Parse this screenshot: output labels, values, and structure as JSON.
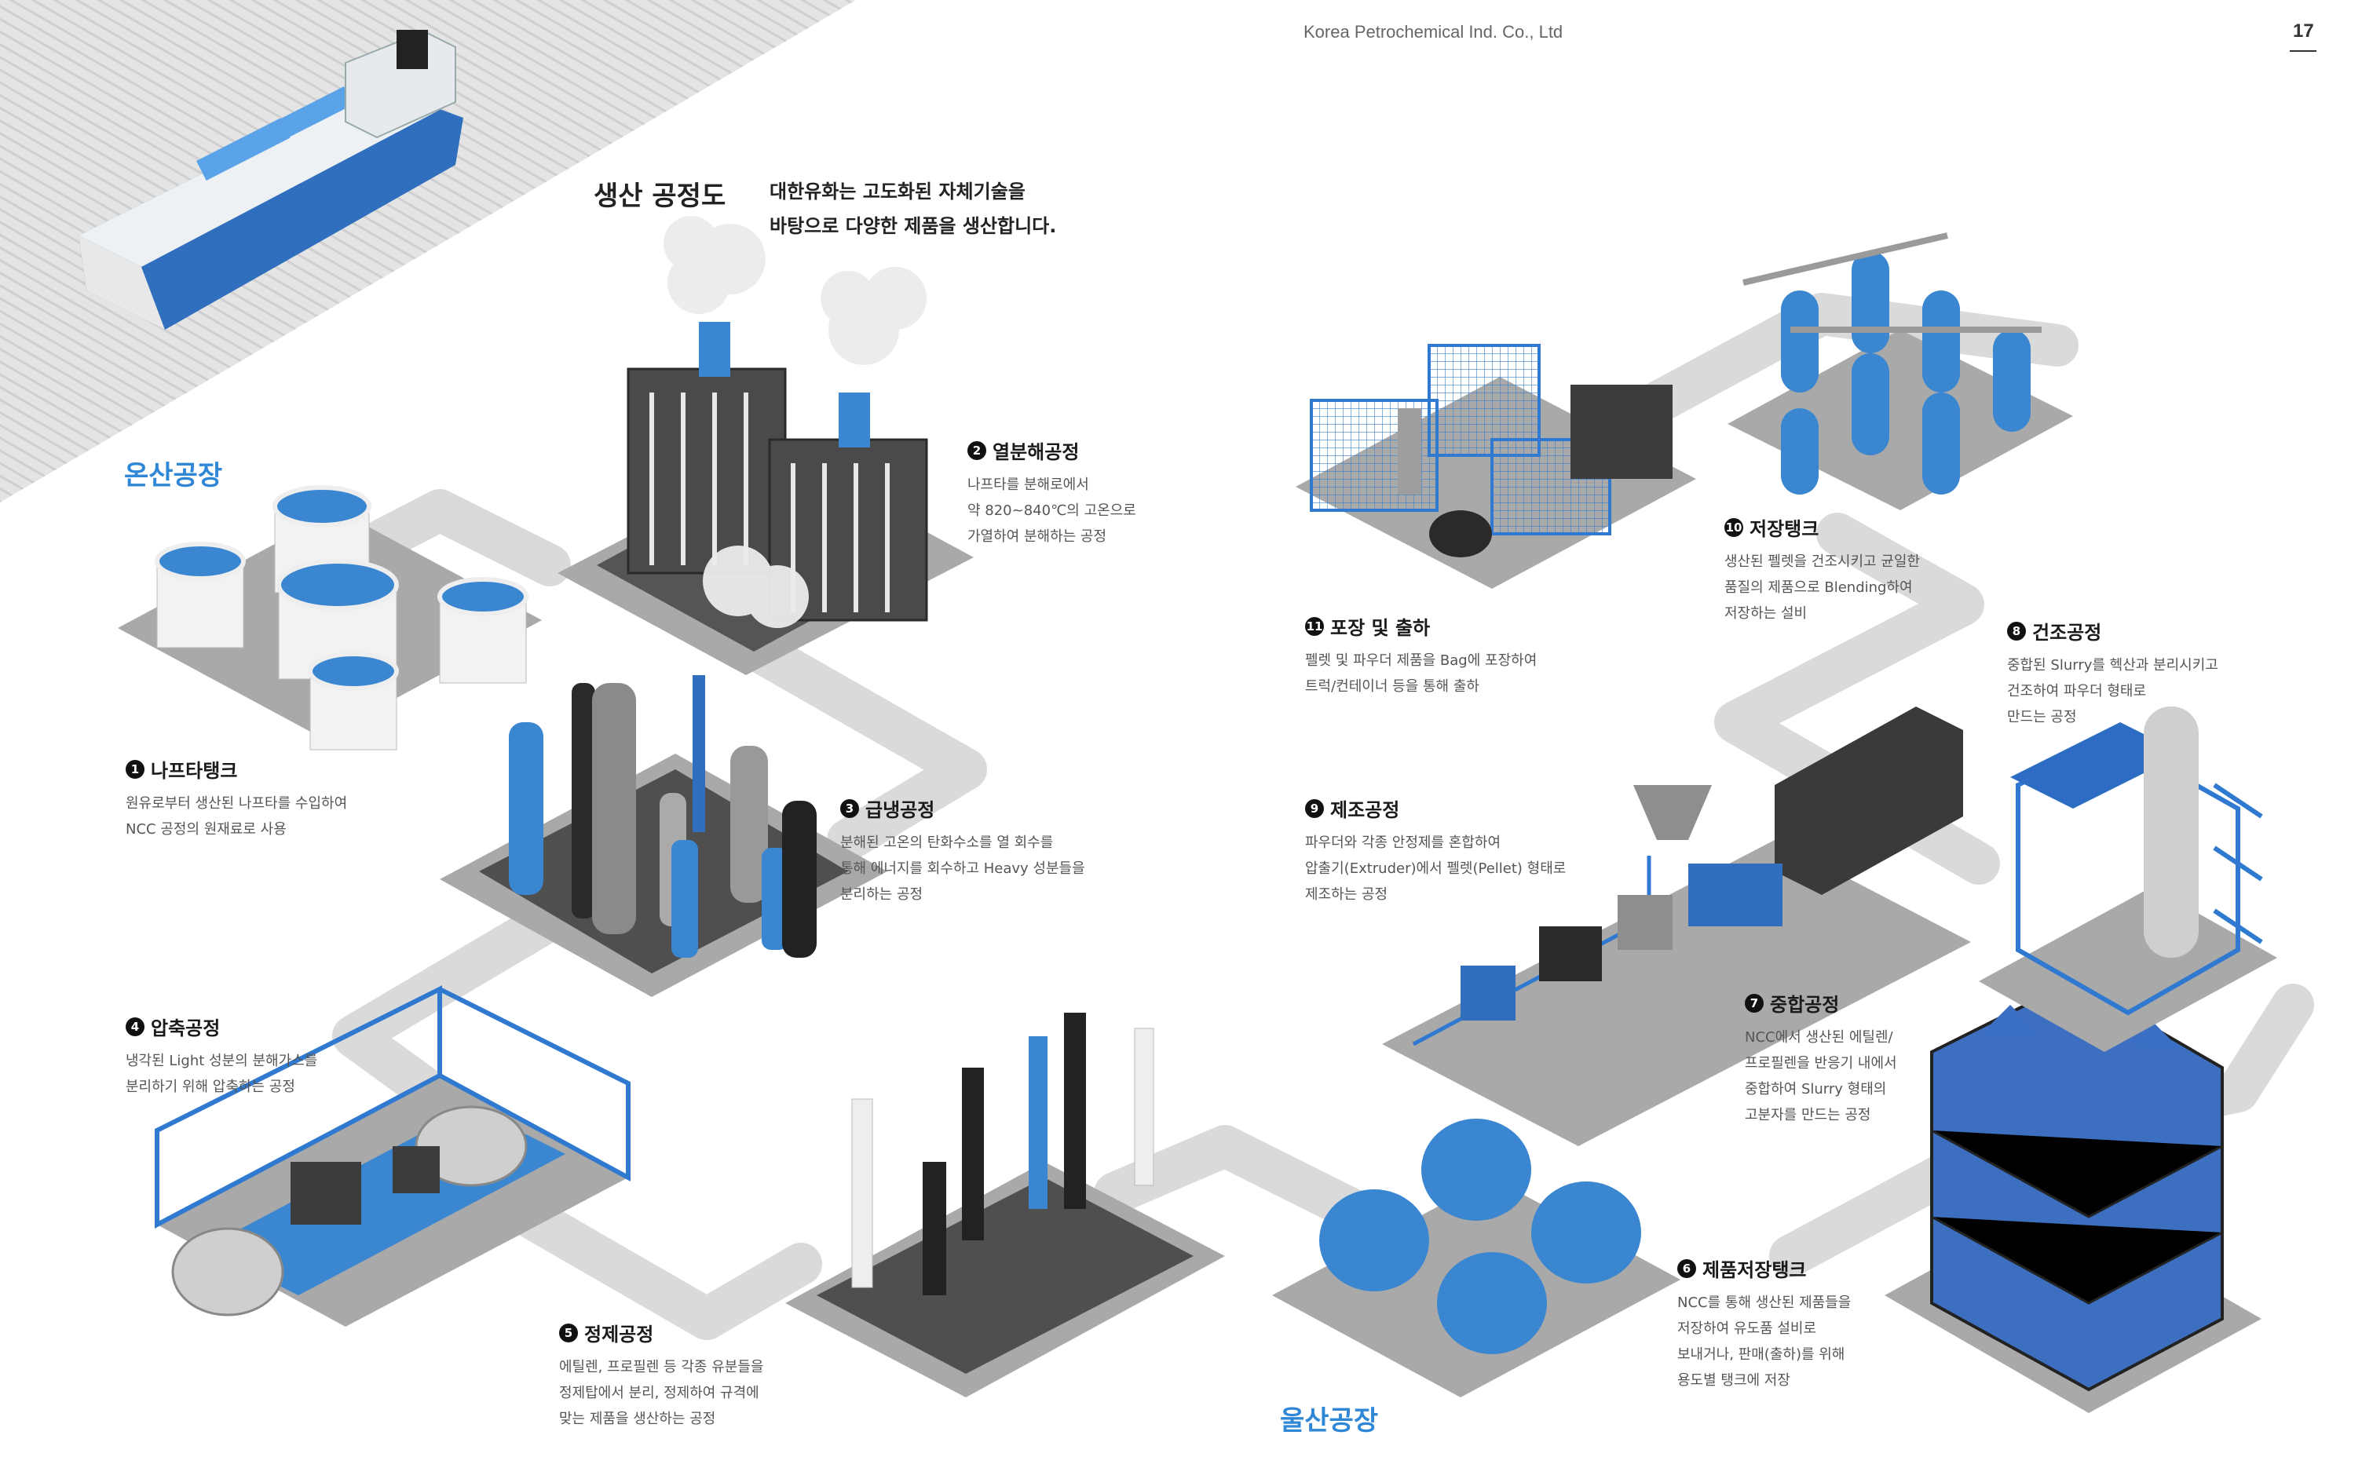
{
  "header": {
    "company": "Korea Petrochemical Ind. Co., Ltd",
    "page": "17"
  },
  "title": {
    "main": "생산 공정도",
    "subtitle": "대한유화는 고도화된 자체기술을\n바탕으로 다양한 제품을 생산합니다."
  },
  "plants": {
    "onsan": "온산공장",
    "ulsan": "울산공장"
  },
  "colors": {
    "accent": "#2f87d6",
    "road": "#d9d9d9",
    "platform": "#a9a9a9",
    "steel": "#3a3a3a",
    "tank_blue": "#3a86d0"
  },
  "steps": [
    {
      "num": "1",
      "title": "나프타탱크",
      "desc": "원유로부터 생산된 나프타를 수입하여\nNCC 공정의 원재료로 사용"
    },
    {
      "num": "2",
      "title": "열분해공정",
      "desc": "나프타를 분해로에서\n약 820~840℃의 고온으로\n가열하여 분해하는 공정"
    },
    {
      "num": "3",
      "title": "급냉공정",
      "desc": "분해된 고온의 탄화수소를 열 회수를\n통해 에너지를 회수하고 Heavy 성분들을\n분리하는 공정"
    },
    {
      "num": "4",
      "title": "압축공정",
      "desc": "냉각된 Light 성분의 분해가스를\n분리하기 위해 압축하는 공정"
    },
    {
      "num": "5",
      "title": "정제공정",
      "desc": "에틸렌, 프로필렌 등 각종 유분들을\n정제탑에서 분리, 정제하여 규격에\n맞는 제품을 생산하는 공정"
    },
    {
      "num": "6",
      "title": "제품저장탱크",
      "desc": "NCC를 통해 생산된 제품들을\n저장하여 유도품 설비로\n보내거나, 판매(출하)를 위해\n용도별 탱크에 저장"
    },
    {
      "num": "7",
      "title": "중합공정",
      "desc": "NCC에서 생산된 에틸렌/\n프로필렌을 반응기 내에서\n중합하여 Slurry 형태의\n고분자를 만드는 공정"
    },
    {
      "num": "8",
      "title": "건조공정",
      "desc": "중합된 Slurry를 헥산과 분리시키고\n건조하여 파우더 형태로\n만드는 공정"
    },
    {
      "num": "9",
      "title": "제조공정",
      "desc": "파우더와 각종 안정제를 혼합하여\n압출기(Extruder)에서 펠렛(Pellet) 형태로\n제조하는 공정"
    },
    {
      "num": "10",
      "title": "저장탱크",
      "desc": "생산된 펠렛을 건조시키고 균일한\n품질의 제품으로 Blending하여\n저장하는 설비"
    },
    {
      "num": "11",
      "title": "포장 및 출하",
      "desc": "펠렛 및 파우더 제품을 Bag에 포장하여\n트럭/컨테이너 등을 통해 출하"
    }
  ]
}
